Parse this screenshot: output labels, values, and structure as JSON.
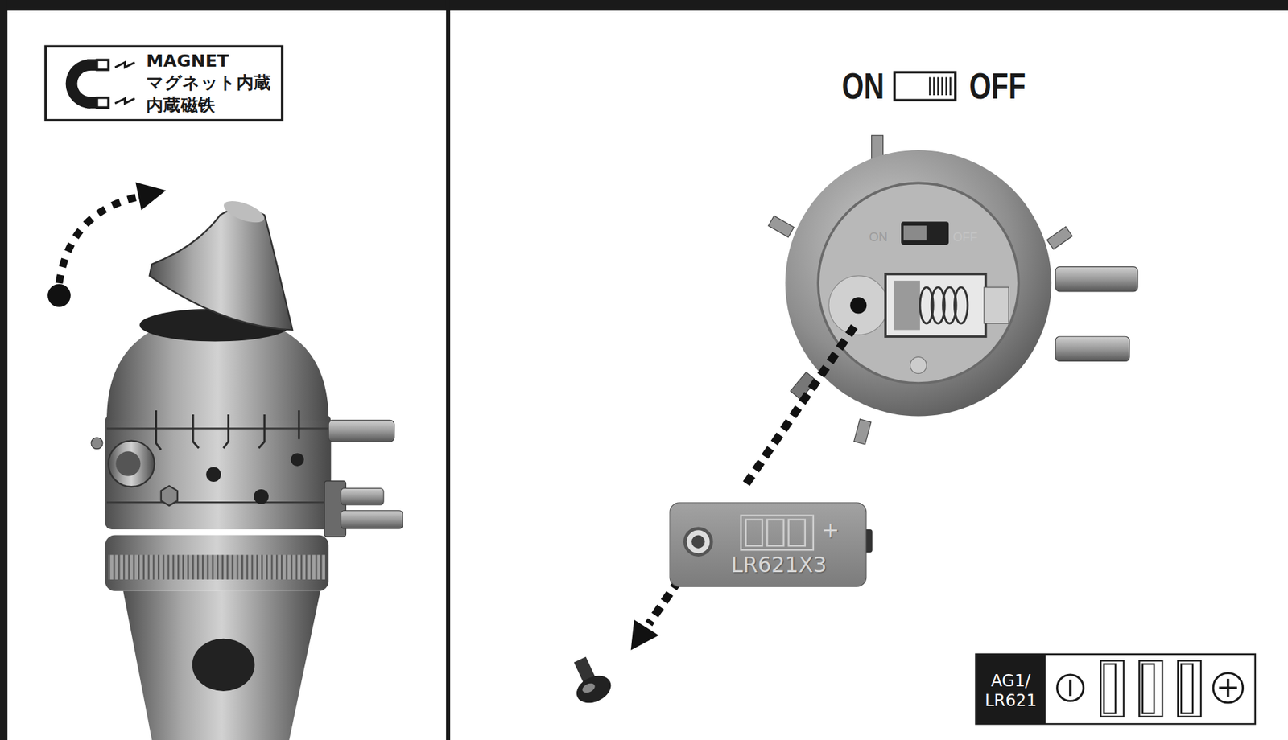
{
  "diagram": {
    "nodes": [
      {
        "text": [
          "MAGNET マグネット内蔵 内蔵磁铁"
        ]
      },
      {
        "text": [
          "+",
          "LR621X3"
        ]
      },
      {
        "text": [
          "AG1/ LR621"
        ]
      }
    ],
    "labels": [
      "ON",
      "OFF",
      "ON",
      "OFF"
    ]
  }
}
